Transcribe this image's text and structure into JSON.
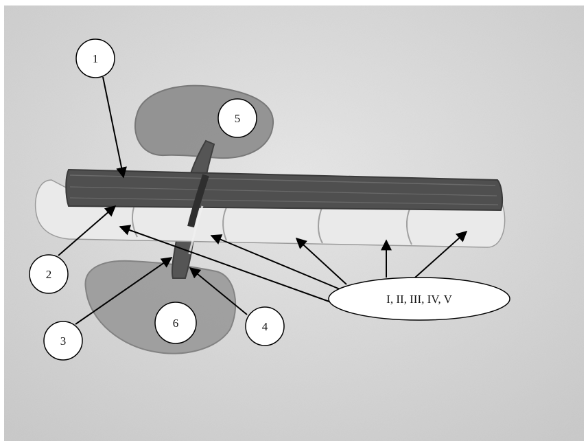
{
  "callouts": {
    "n1": "1",
    "n2": "2",
    "n3": "3",
    "n4": "4",
    "n5": "5",
    "n6": "6",
    "roman": "I, II, III, IV, V"
  },
  "colors": {
    "paper": "#d9d9d9",
    "pencil_dark": "#4a4a4a",
    "pencil_mid": "#8a8a8a",
    "tube_fill": "#e9e9e9",
    "label_fill": "#ffffff",
    "ink": "#000000"
  }
}
